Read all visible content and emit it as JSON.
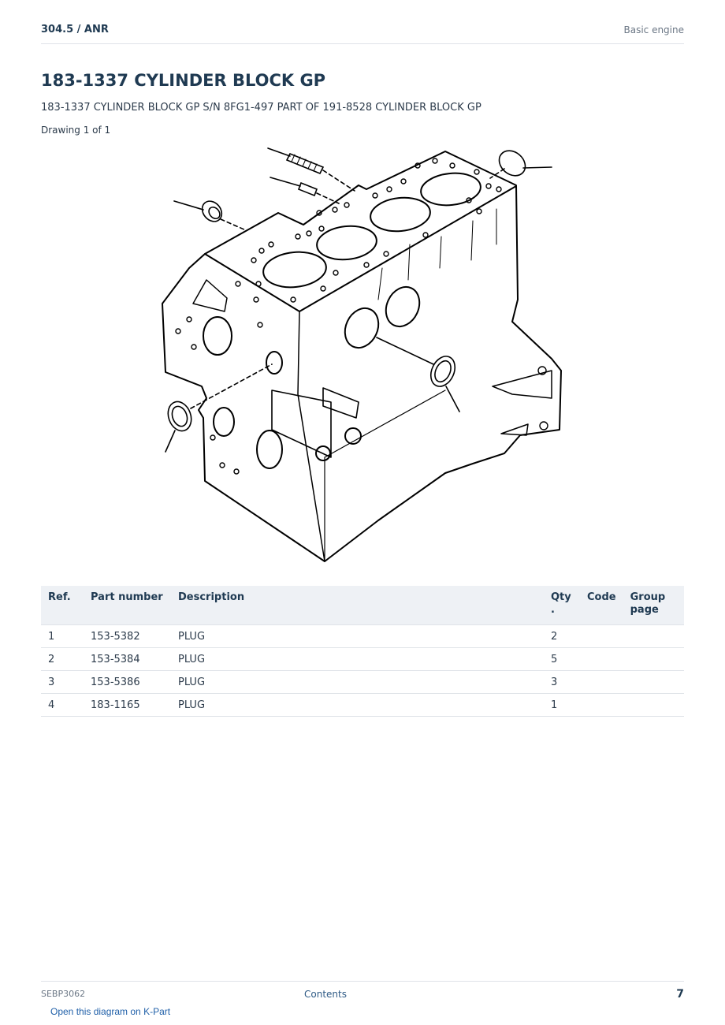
{
  "header": {
    "model": "304.5  /  ANR",
    "section": "Basic engine"
  },
  "title": "183-1337 CYLINDER BLOCK GP",
  "subtitle": "183-1337 CYLINDER BLOCK GP S/N 8FG1-497 PART OF 191-8528 CYLINDER BLOCK GP",
  "drawing_label": "Drawing 1 of 1",
  "table": {
    "headers": {
      "ref": "Ref.",
      "part": "Part number",
      "desc": "Description",
      "qty": "Qty\n.",
      "code": "Code",
      "group": "Group page"
    },
    "rows": [
      {
        "ref": "1",
        "part": "153-5382",
        "desc": "PLUG",
        "qty": "2",
        "code": "",
        "group": ""
      },
      {
        "ref": "2",
        "part": "153-5384",
        "desc": "PLUG",
        "qty": "5",
        "code": "",
        "group": ""
      },
      {
        "ref": "3",
        "part": "153-5386",
        "desc": "PLUG",
        "qty": "3",
        "code": "",
        "group": ""
      },
      {
        "ref": "4",
        "part": "183-1165",
        "desc": "PLUG",
        "qty": "1",
        "code": "",
        "group": ""
      }
    ]
  },
  "footer": {
    "doc_id": "SEBP3062",
    "contents_link": "Contents",
    "page_number": "7"
  },
  "kpart_link": "Open this diagram on K-Part"
}
